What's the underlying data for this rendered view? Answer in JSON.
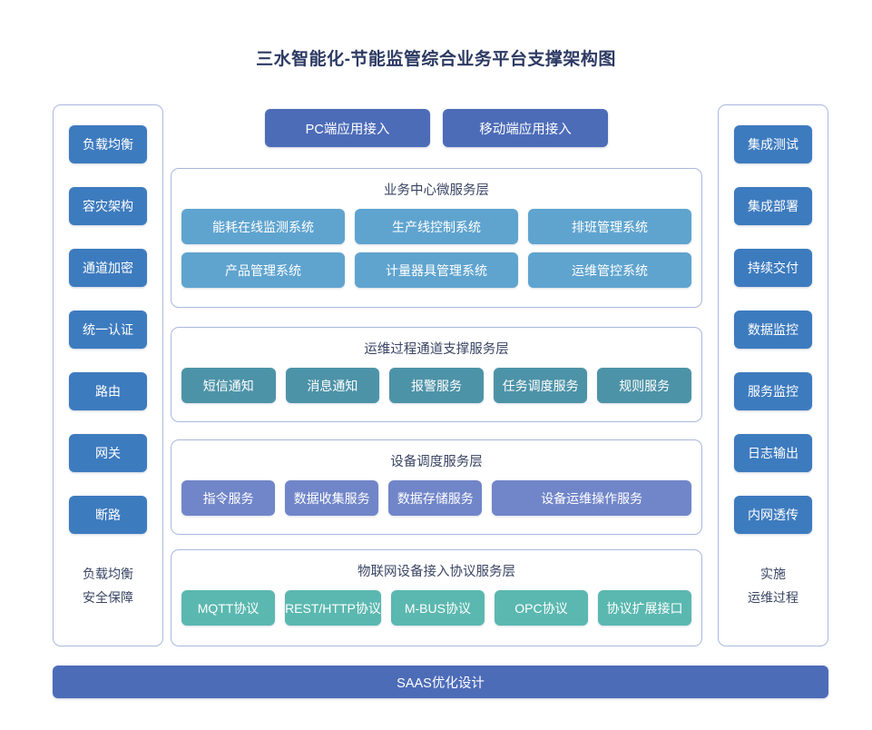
{
  "page": {
    "title": "三水智能化-节能监管综合业务平台支撑架构图"
  },
  "colors": {
    "accent_purple_blue": "#4d6cb8",
    "sidebar_blue": "#3d7bbf",
    "business_layer": "#5fa4cf",
    "om_channel_layer": "#4d93a8",
    "device_layer": "#7186c9",
    "iot_layer": "#5bb8b0",
    "panel_border": "#a9b8dd",
    "text_dark": "#3b4664"
  },
  "left_column": {
    "items": [
      {
        "label": "负载均衡"
      },
      {
        "label": "容灾架构"
      },
      {
        "label": "通道加密"
      },
      {
        "label": "统一认证"
      },
      {
        "label": "路由"
      },
      {
        "label": "网关"
      },
      {
        "label": "断路"
      }
    ],
    "footer_line1": "负载均衡",
    "footer_line2": "安全保障"
  },
  "right_column": {
    "items": [
      {
        "label": "集成测试"
      },
      {
        "label": "集成部署"
      },
      {
        "label": "持续交付"
      },
      {
        "label": "数据监控"
      },
      {
        "label": "服务监控"
      },
      {
        "label": "日志输出"
      },
      {
        "label": "内网透传"
      }
    ],
    "footer_line1": "实施",
    "footer_line2": "运维过程"
  },
  "top_access": {
    "buttons": [
      {
        "label": "PC端应用接入"
      },
      {
        "label": "移动端应用接入"
      }
    ]
  },
  "layers": [
    {
      "id": "business",
      "title": "业务中心微服务层",
      "rows": [
        [
          {
            "label": "能耗在线监测系统"
          },
          {
            "label": "生产线控制系统"
          },
          {
            "label": "排班管理系统"
          }
        ],
        [
          {
            "label": "产品管理系统"
          },
          {
            "label": "计量器具管理系统"
          },
          {
            "label": "运维管控系统"
          }
        ]
      ]
    },
    {
      "id": "om_channel",
      "title": "运维过程通道支撑服务层",
      "rows": [
        [
          {
            "label": "短信通知"
          },
          {
            "label": "消息通知"
          },
          {
            "label": "报警服务"
          },
          {
            "label": "任务调度服务"
          },
          {
            "label": "规则服务"
          }
        ]
      ]
    },
    {
      "id": "device",
      "title": "设备调度服务层",
      "rows": [
        [
          {
            "label": "指令服务"
          },
          {
            "label": "数据收集服务"
          },
          {
            "label": "数据存储服务"
          },
          {
            "label": "设备运维操作服务",
            "wide": true
          }
        ]
      ]
    },
    {
      "id": "iot",
      "title": "物联网设备接入协议服务层",
      "rows": [
        [
          {
            "label": "MQTT协议"
          },
          {
            "label": "REST/HTTP协议"
          },
          {
            "label": "M-BUS协议"
          },
          {
            "label": "OPC协议"
          },
          {
            "label": "协议扩展接口"
          }
        ]
      ]
    }
  ],
  "bottom_bar": {
    "label": "SAAS优化设计"
  }
}
